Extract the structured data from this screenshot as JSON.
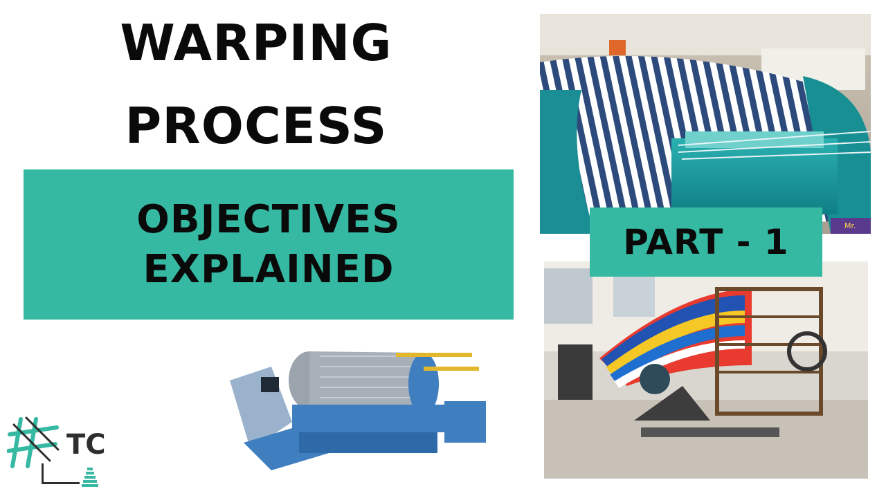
{
  "title": {
    "line1": "WARPING",
    "line2": "PROCESS"
  },
  "objectives": {
    "line1": "OBJECTIVES",
    "line2": "EXPLAINED"
  },
  "part_label": "PART - 1",
  "logo": {
    "text": "TC",
    "icon": "hashtag-weave-icon"
  },
  "photo_overlay_text": "Mr.",
  "colors": {
    "accent_teal": "#35b9a2",
    "text_dark": "#0a0a0a",
    "machine_blue": "#3f7fc0",
    "machine_teal": "#1aa7a7"
  },
  "images": [
    {
      "name": "warping-machine-drum-photo",
      "icon": "photo"
    },
    {
      "name": "sectional-warping-machine-render",
      "icon": "photo"
    },
    {
      "name": "vintage-warping-creel-photo",
      "icon": "photo"
    }
  ]
}
